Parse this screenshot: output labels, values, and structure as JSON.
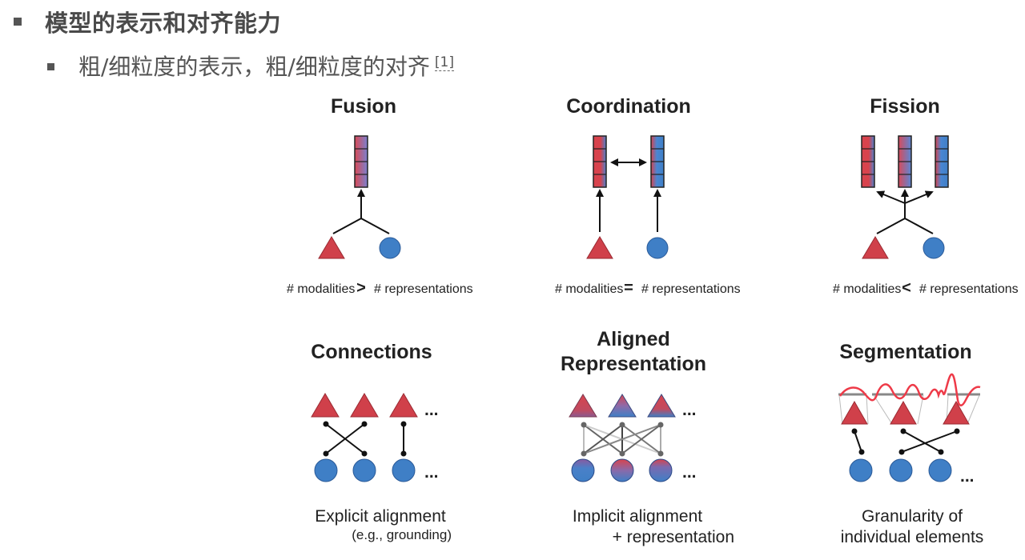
{
  "slide": {
    "heading": "模型的表示和对齐能力",
    "subheading": "粗/细粒度的表示，粗/细粒度的对齐",
    "citation": "[1]"
  },
  "colors": {
    "modality_a": "#d0404a",
    "modality_b": "#3f7fc6",
    "text": "#222222",
    "heading_text": "#4a4a4a"
  },
  "panels": {
    "fusion": {
      "title": "Fusion",
      "caption_left": "# modalities",
      "operator": ">",
      "caption_right": "# representations"
    },
    "coordination": {
      "title": "Coordination",
      "caption_left": "# modalities",
      "operator": "=",
      "caption_right": "# representations"
    },
    "fission": {
      "title": "Fission",
      "caption_left": "# modalities",
      "operator": "<",
      "caption_right": "# representations"
    },
    "connections": {
      "title": "Connections",
      "caption_line1": "Explicit alignment",
      "caption_line2": "(e.g., grounding)",
      "ellipsis": "..."
    },
    "aligned_representation": {
      "title_line1": "Aligned",
      "title_line2": "Representation",
      "caption_line1": "Implicit alignment",
      "caption_line2": "+ representation",
      "ellipsis": "..."
    },
    "segmentation": {
      "title": "Segmentation",
      "caption_line1": "Granularity of",
      "caption_line2": "individual elements",
      "ellipsis": "..."
    }
  }
}
